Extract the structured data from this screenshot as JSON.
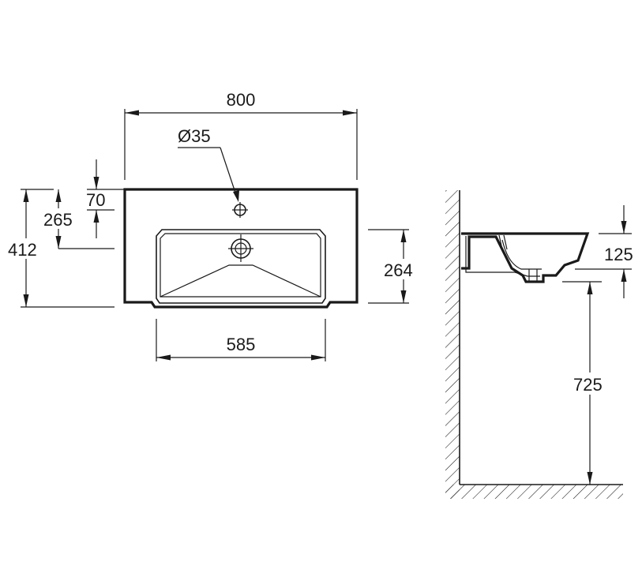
{
  "drawing": {
    "colors": {
      "line": "#1a1a1a",
      "background": "#ffffff"
    },
    "plan_view": {
      "width_label": "800",
      "hole_label": "Ø35",
      "tap_offset_label": "70",
      "drain_offset_label": "265",
      "depth_label": "412",
      "bowl_depth_label": "264",
      "bowl_width_label": "585"
    },
    "side_view": {
      "basin_height_label": "125",
      "mount_height_label": "725"
    }
  }
}
